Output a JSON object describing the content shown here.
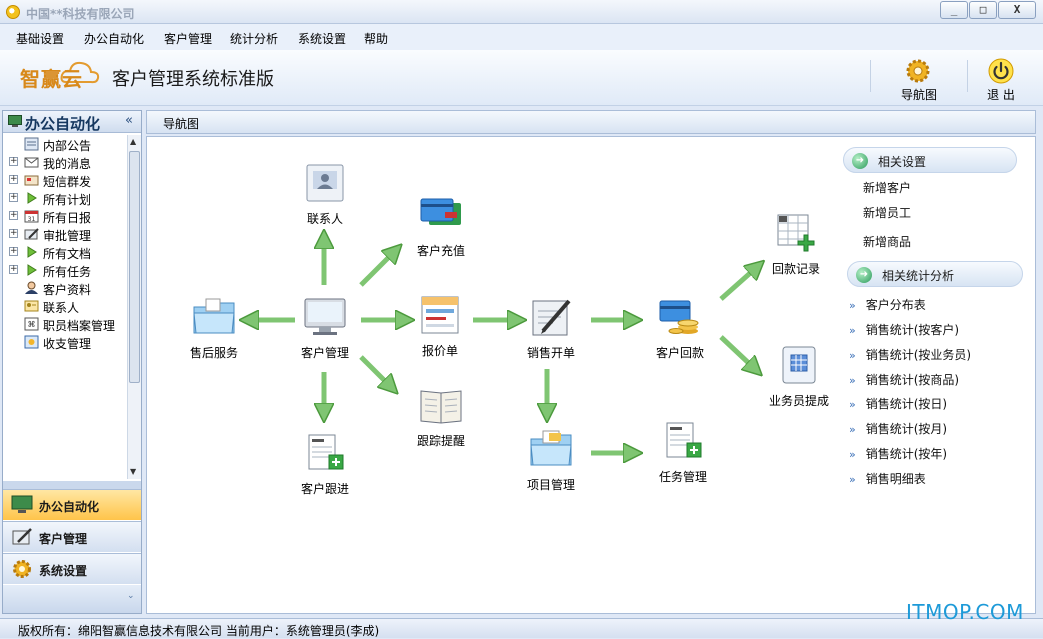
{
  "window": {
    "title": "中国**科技有限公司",
    "minimize": "_",
    "maximize": "□",
    "close": "X"
  },
  "menu": [
    "基础设置",
    "办公自动化",
    "客户管理",
    "统计分析",
    "系统设置",
    "帮助"
  ],
  "header": {
    "logo": "智赢云",
    "title": "客户管理系统标准版",
    "nav_label": "导航图",
    "exit_label": "退 出"
  },
  "sidebar": {
    "title": "办公自动化",
    "tree": [
      {
        "label": "内部公告",
        "expandable": false
      },
      {
        "label": "我的消息",
        "expandable": true
      },
      {
        "label": "短信群发",
        "expandable": true
      },
      {
        "label": "所有计划",
        "expandable": true
      },
      {
        "label": "所有日报",
        "expandable": true
      },
      {
        "label": "审批管理",
        "expandable": true
      },
      {
        "label": "所有文档",
        "expandable": true
      },
      {
        "label": "所有任务",
        "expandable": true
      },
      {
        "label": "客户资料",
        "expandable": false
      },
      {
        "label": "联系人",
        "expandable": false
      },
      {
        "label": "职员档案管理",
        "expandable": false
      },
      {
        "label": "收支管理",
        "expandable": false
      }
    ],
    "bottom_nav": [
      "办公自动化",
      "客户管理",
      "系统设置"
    ]
  },
  "main": {
    "tab": "导航图",
    "nodes": {
      "contact": "联系人",
      "recharge": "客户充值",
      "aftersale": "售后服务",
      "customer": "客户管理",
      "quote": "报价单",
      "order": "销售开单",
      "payment": "客户回款",
      "refund_record": "回款记录",
      "commission": "业务员提成",
      "track_remind": "跟踪提醒",
      "follow": "客户跟进",
      "project": "项目管理",
      "task": "任务管理"
    },
    "related_settings": {
      "title": "相关设置",
      "links": [
        "新增客户",
        "新增员工",
        "新增商品"
      ]
    },
    "related_stats": {
      "title": "相关统计分析",
      "links": [
        "客户分布表",
        "销售统计(按客户)",
        "销售统计(按业务员)",
        "销售统计(按商品)",
        "销售统计(按日)",
        "销售统计(按月)",
        "销售统计(按年)",
        "销售明细表"
      ]
    }
  },
  "status": {
    "text": "版权所有：绵阳智赢信息技术有限公司 当前用户：系统管理员(李成)"
  },
  "watermark": "ITMOP.COM"
}
